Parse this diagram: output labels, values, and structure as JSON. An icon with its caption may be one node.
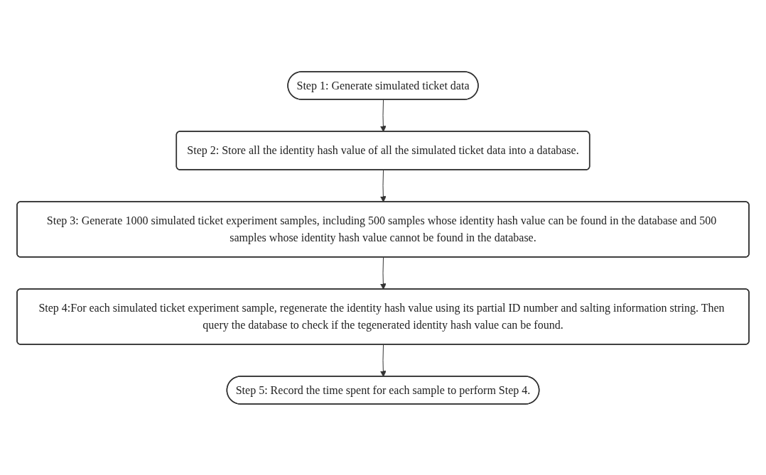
{
  "diagram": {
    "nodes": [
      {
        "text": [
          "Step 1: Generate simulated ticket data"
        ]
      },
      {
        "text": [
          "Step 2: Store all the identity hash value of all the simulated ticket data into a database."
        ]
      },
      {
        "text": [
          "Step 3: Generate 1000 simulated ticket experiment samples, including 500 samples whose identity hash value can be found in the database and 500 samples whose identity hash value cannot be found in the database."
        ]
      },
      {
        "text": [
          "Step 4:For each simulated ticket experiment sample, regenerate the identity hash value using its partial ID number and salting information string. Then query the database to check if the tegenerated identity hash value can be found."
        ]
      },
      {
        "text": [
          "Step 5: Record the time spent for each sample to perform Step 4."
        ]
      }
    ],
    "edges": [
      {
        "from": 0,
        "to": 1,
        "arrow": "to"
      },
      {
        "from": 1,
        "to": 2,
        "arrow": "to"
      },
      {
        "from": 2,
        "to": 3,
        "arrow": "to"
      },
      {
        "from": 3,
        "to": 4,
        "arrow": "to"
      }
    ]
  }
}
